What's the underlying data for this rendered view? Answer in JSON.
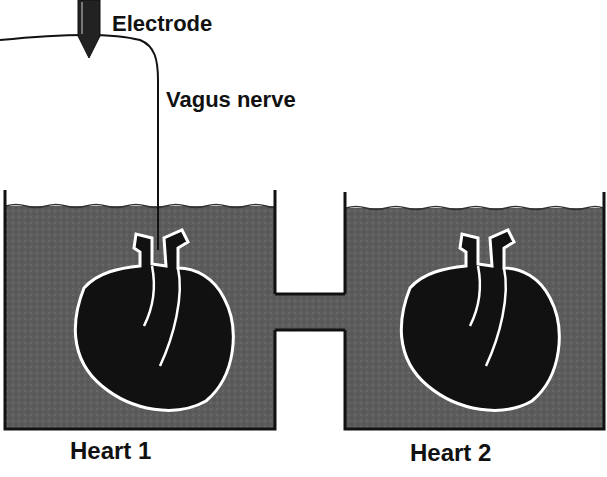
{
  "diagram": {
    "labels": [
      "Electrode",
      "Vagus nerve",
      "Heart 1",
      "Heart 2"
    ]
  }
}
